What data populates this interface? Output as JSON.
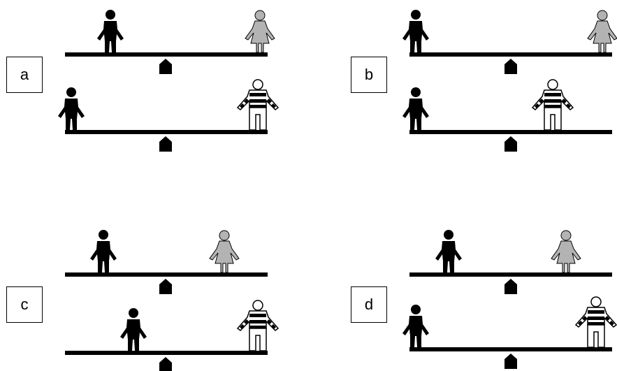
{
  "panels": [
    {
      "label": "a"
    },
    {
      "label": "b"
    },
    {
      "label": "c"
    },
    {
      "label": "d"
    }
  ],
  "colors": {
    "man": "#000000",
    "woman": "#b3b3b3",
    "striped_figure_stripe": "#000000",
    "striped_figure_fill": "#ffffff",
    "beam": "#000000",
    "fulcrum": "#000000"
  },
  "icons": [
    "man-figure-icon",
    "woman-figure-icon",
    "striped-figure-icon",
    "fulcrum-icon"
  ]
}
